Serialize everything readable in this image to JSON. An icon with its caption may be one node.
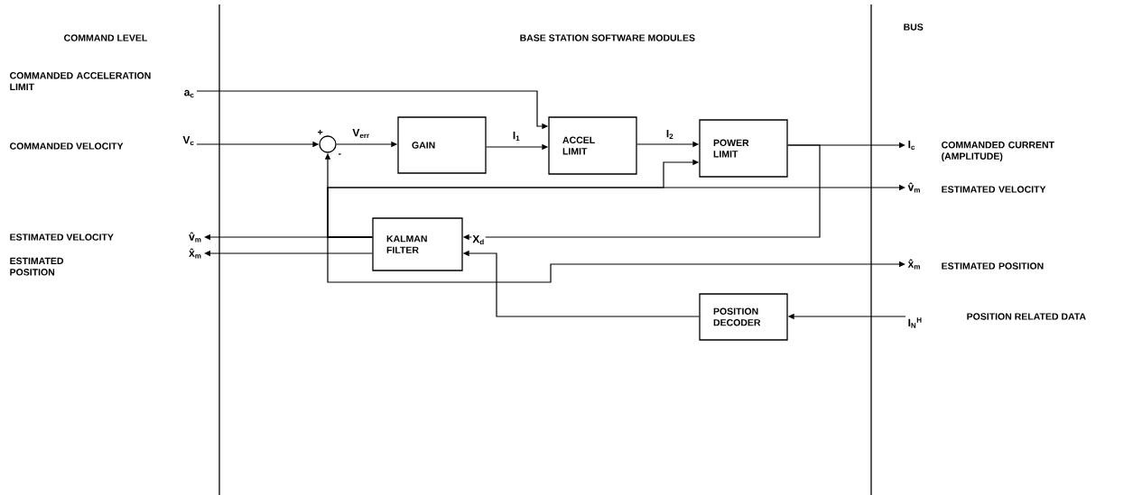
{
  "diagram": {
    "nodes": [
      {
        "text": [
          "a$_{c}$"
        ],
        "beside": [
          "COMMANDED ACCELERATION LIMIT"
        ]
      },
      {
        "text": [
          "V$_{c}$"
        ]
      },
      {
        "text": [],
        "shape": "circle"
      },
      {
        "text": [
          "GAIN"
        ]
      },
      {
        "text": [
          "ACCEL LIMIT"
        ]
      },
      {
        "text": [
          "POWER LIMIT"
        ]
      },
      {
        "text": [
          "KALMAN FILTER"
        ]
      },
      {
        "text": [
          "POSITION DECODER"
        ]
      },
      {
        "text": [
          "v̂$_{m}$"
        ]
      },
      {
        "text": [
          "x̂$_{m}$"
        ]
      },
      {
        "text": [
          "I$_{c}$"
        ],
        "beside": [
          "COMMANDED CURRENT (AMPLITUDE)"
        ]
      },
      {
        "text": [
          "v̂$_{m}$"
        ],
        "beside": [
          "ESTIMATED VELOCITY"
        ]
      },
      {
        "text": [
          "x̂$_{m}$"
        ],
        "beside": [
          "ESTIMATED POSITION"
        ]
      },
      {
        "text": [
          "I$_{N}$$^{H}$"
        ]
      }
    ],
    "edges": [
      {
        "from": 0,
        "to": 4,
        "arrow": "to"
      },
      {
        "from": 1,
        "to": 2,
        "arrow": "to"
      },
      {
        "from": 2,
        "to": 3,
        "arrow": "to",
        "label": "V$_{err}$"
      },
      {
        "from": 3,
        "to": 4,
        "arrow": "to",
        "label": "I$_{1}$"
      },
      {
        "from": 4,
        "to": 5,
        "arrow": "to",
        "label": "I$_{2}$"
      },
      {
        "from": 5,
        "to": 10,
        "arrow": "to"
      },
      {
        "from": 5,
        "to": 6,
        "arrow": "to"
      },
      {
        "from": 6,
        "to": 8,
        "arrow": "to"
      },
      {
        "from": 6,
        "to": 9,
        "arrow": "to"
      },
      {
        "from": 6,
        "to": 2,
        "arrow": "to"
      },
      {
        "from": 6,
        "to": 5,
        "arrow": "to"
      },
      {
        "from": 6,
        "to": 11,
        "arrow": "to"
      },
      {
        "from": 6,
        "to": 12,
        "arrow": "to"
      },
      {
        "from": 7,
        "to": 6,
        "arrow": "to",
        "label": "X$_{d}$"
      },
      {
        "from": 13,
        "to": 7,
        "arrow": "to"
      }
    ],
    "labels": [
      "COMMAND LEVEL",
      "BASE STATION SOFTWARE MODULES",
      "BUS",
      "COMMANDED VELOCITY",
      "+",
      "-",
      "ESTIMATED VELOCITY",
      "ESTIMATED POSITION",
      "POSITION RELATED DATA"
    ]
  }
}
